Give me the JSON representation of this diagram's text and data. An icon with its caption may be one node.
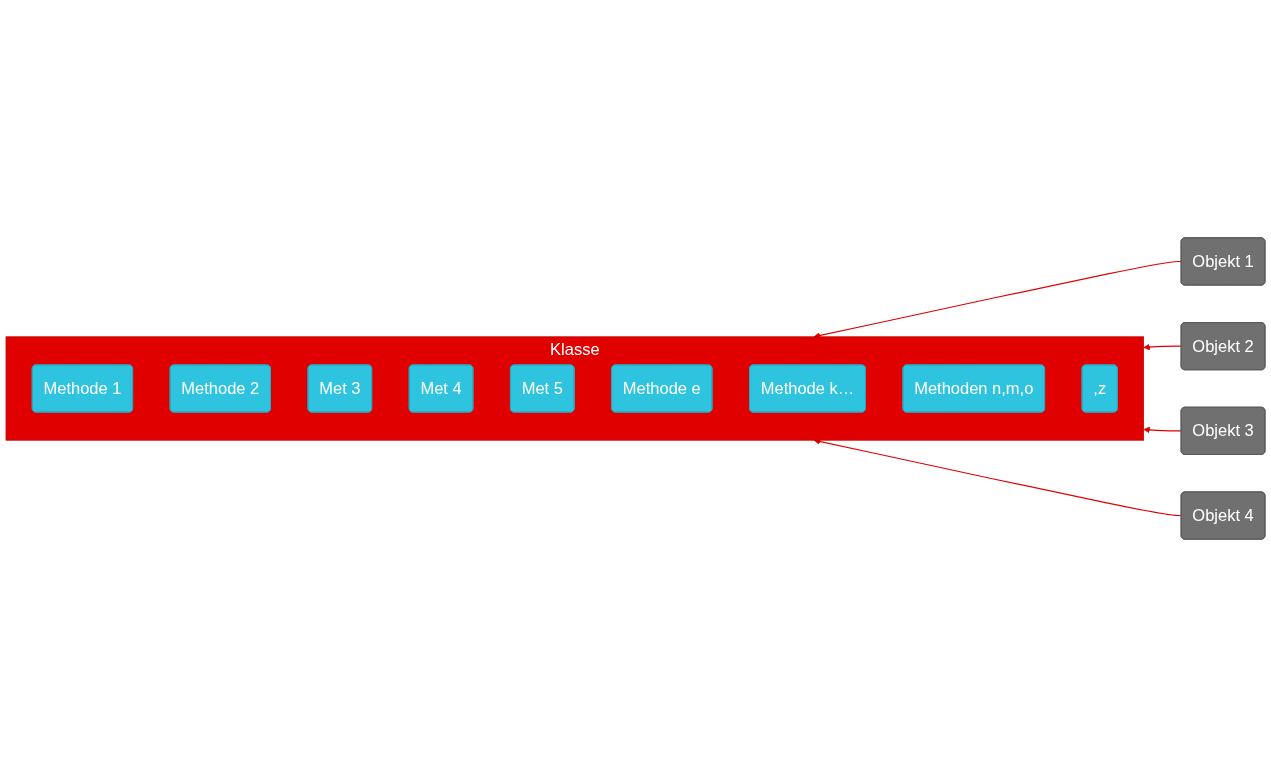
{
  "diagram": {
    "nodes": [
      {
        "text": [
          "Klasse"
        ]
      },
      {
        "text": [
          "Methode 1"
        ],
        "in": 0
      },
      {
        "text": [
          "Methode 2"
        ],
        "in": 0
      },
      {
        "text": [
          "Met 3"
        ],
        "in": 0
      },
      {
        "text": [
          "Met 4"
        ],
        "in": 0
      },
      {
        "text": [
          "Met 5"
        ],
        "in": 0
      },
      {
        "text": [
          "Methode e"
        ],
        "in": 0
      },
      {
        "text": [
          "Methode k…"
        ],
        "in": 0
      },
      {
        "text": [
          "Methoden n,m,o"
        ],
        "in": 0
      },
      {
        "text": [
          ",z"
        ],
        "in": 0
      },
      {
        "text": [
          "Objekt 1"
        ]
      },
      {
        "text": [
          "Objekt 2"
        ]
      },
      {
        "text": [
          "Objekt 3"
        ]
      },
      {
        "text": [
          "Objekt 4"
        ]
      }
    ],
    "edges": [
      {
        "from": 10,
        "to": 0,
        "arrow": "to"
      },
      {
        "from": 11,
        "to": 0,
        "arrow": "to"
      },
      {
        "from": 12,
        "to": 0,
        "arrow": "to"
      },
      {
        "from": 13,
        "to": 0,
        "arrow": "to"
      }
    ]
  }
}
